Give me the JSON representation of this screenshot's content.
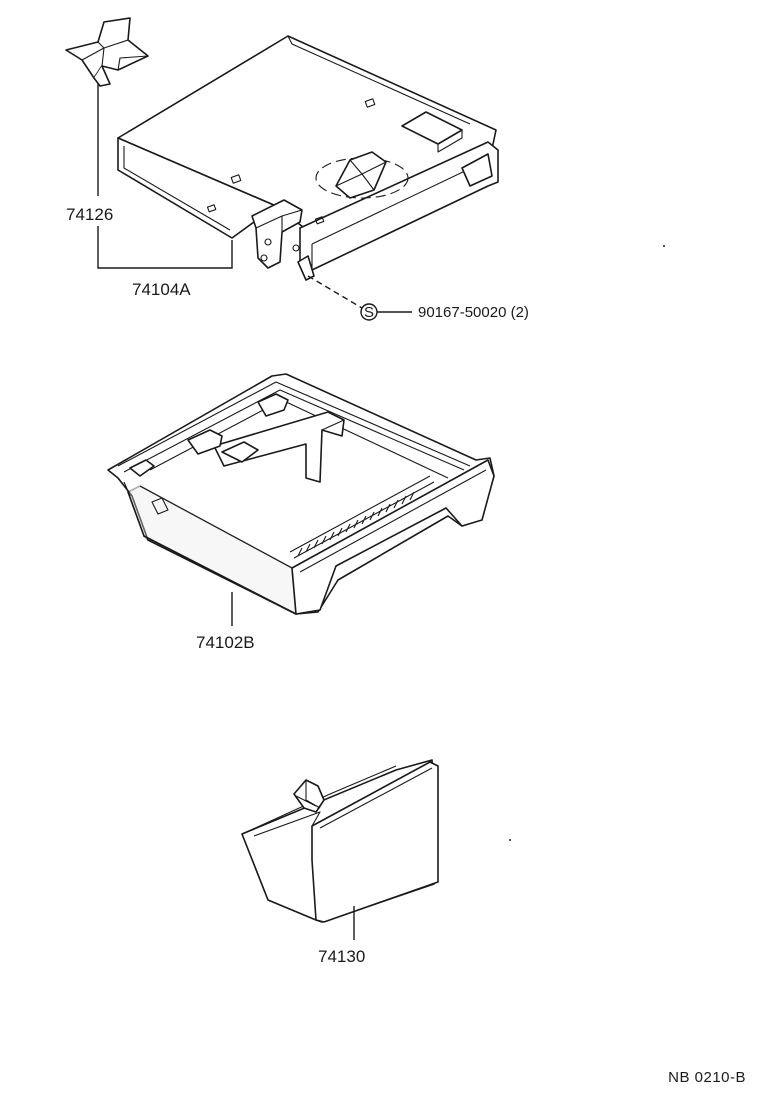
{
  "diagram": {
    "parts": [
      {
        "id": "74126",
        "label": "74126"
      },
      {
        "id": "74104A",
        "label": "74104A"
      },
      {
        "id": "90167-50020",
        "label": "90167-50020 (2)",
        "symbol": "S"
      },
      {
        "id": "74102B",
        "label": "74102B"
      },
      {
        "id": "74130",
        "label": "74130"
      }
    ],
    "drawing_code": "NB  0210-B"
  }
}
